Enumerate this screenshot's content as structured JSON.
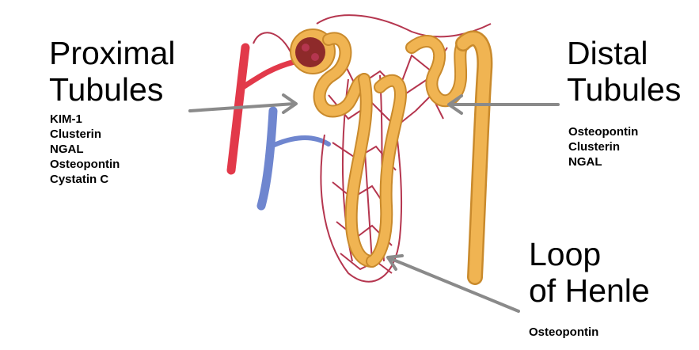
{
  "regions": {
    "proximal": {
      "title_line1": "Proximal",
      "title_line2": "Tubules",
      "markers": [
        "KIM-1",
        "Clusterin",
        "NGAL",
        "Osteopontin",
        "Cystatin C"
      ]
    },
    "distal": {
      "title_line1": "Distal",
      "title_line2": "Tubules",
      "markers": [
        "Osteopontin",
        "Clusterin",
        "NGAL"
      ]
    },
    "loop": {
      "title_line1": "Loop",
      "title_line2": "of Henle",
      "markers": [
        "Osteopontin"
      ]
    }
  },
  "colors": {
    "tubule": "#f0b452",
    "tubule_edge": "#c98a2c",
    "artery": "#e2394a",
    "vein": "#6f86cf",
    "capillary": "#b5364f",
    "arrow": "#8a8a8a",
    "glomerulus": "#8e2a2a"
  }
}
